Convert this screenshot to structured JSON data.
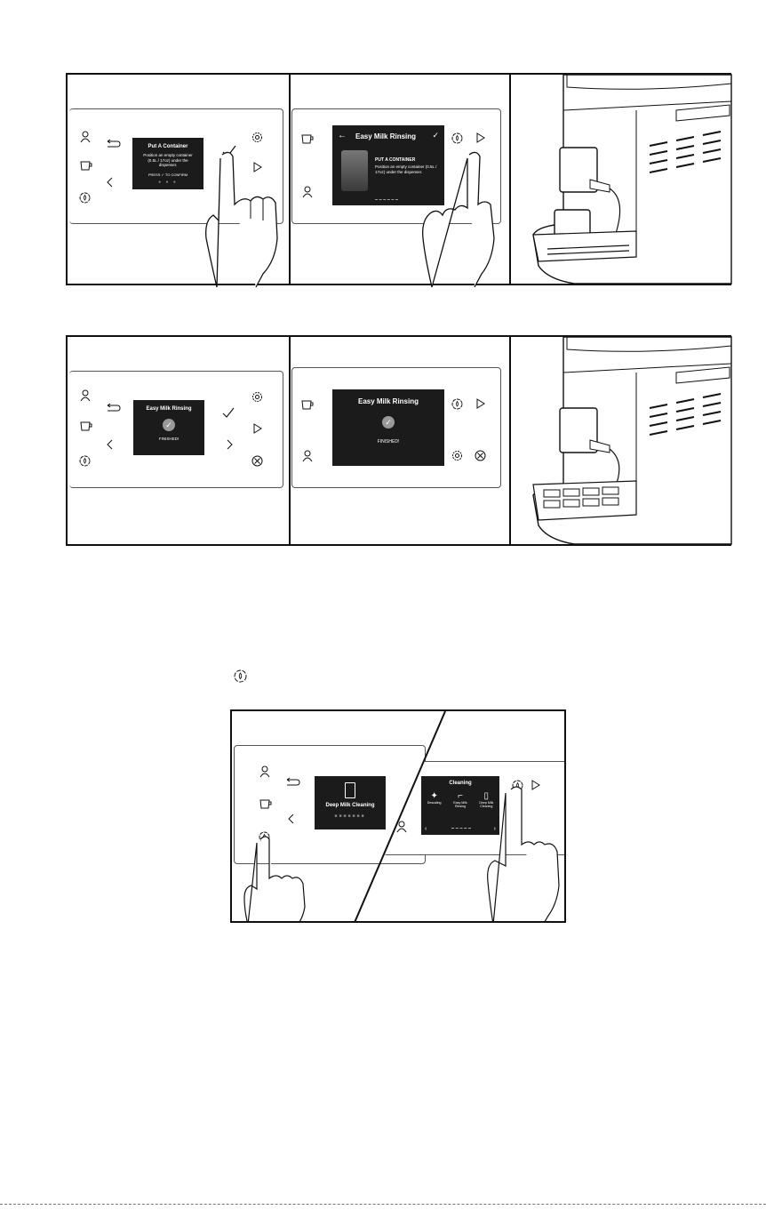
{
  "row1": {
    "screen1": {
      "title": "Put A Container",
      "body": "Position an empty container (0.5L / 17oz) under the dispenser.",
      "press_before": "PRESS",
      "press_after": "TO CONFIRM"
    },
    "screen2": {
      "title": "Easy Milk Rinsing",
      "subtitle": "PUT A CONTAINER",
      "body": "Position an empty container (0.5L / 17oz) under the dispenser."
    }
  },
  "row2": {
    "screen1": {
      "title": "Easy Milk Rinsing",
      "status": "FINISHED!"
    },
    "screen2": {
      "title": "Easy Milk Rinsing",
      "status": "FINISHED!"
    }
  },
  "row3": {
    "screen_left": {
      "title": "Deep Milk Cleaning"
    },
    "screen_right": {
      "title": "Cleaning",
      "items": [
        "Descaling",
        "Easy Milk Rinsing",
        "Deep Milk Cleaning"
      ]
    }
  },
  "icons": {
    "user": "user-icon",
    "cup": "cup-icon",
    "clean": "clean-cycle-icon",
    "back": "return-arrow-icon",
    "settings": "gear-icon",
    "play": "play-icon",
    "check": "check-icon",
    "stop": "stop-icon",
    "hand": "pointing-hand-icon"
  }
}
